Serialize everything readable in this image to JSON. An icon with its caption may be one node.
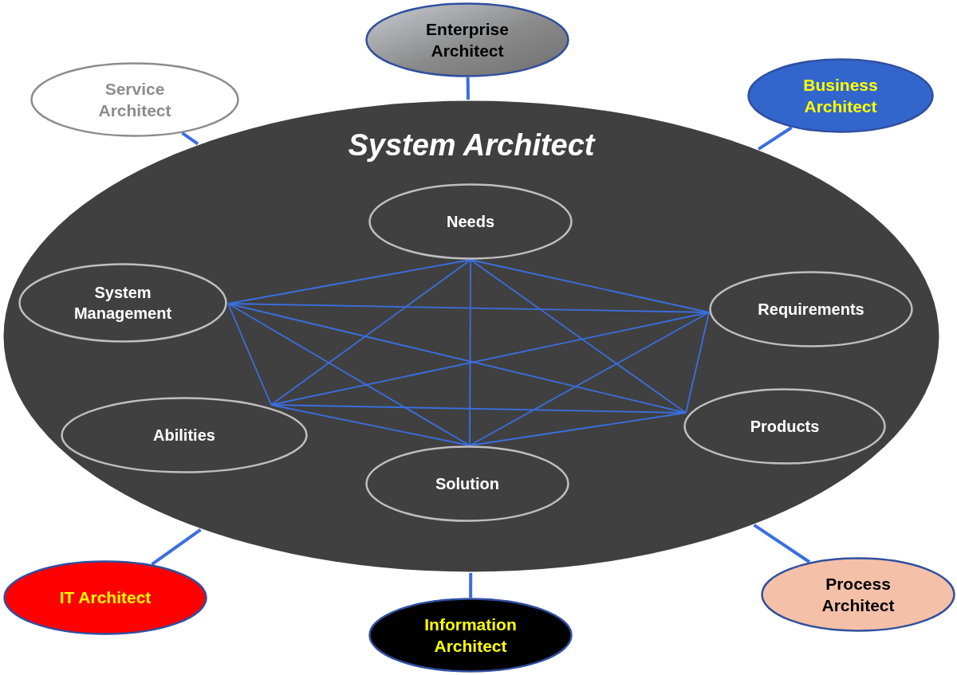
{
  "diagram": {
    "nodes": [
      {
        "text": [
          "System Architect"
        ]
      },
      {
        "text": [
          "Needs"
        ],
        "in": 0
      },
      {
        "text": [
          "System Management"
        ],
        "in": 0
      },
      {
        "text": [
          "Requirements"
        ],
        "in": 0
      },
      {
        "text": [
          "Abilities"
        ],
        "in": 0
      },
      {
        "text": [
          "Products"
        ],
        "in": 0
      },
      {
        "text": [
          "Solution"
        ],
        "in": 0
      },
      {
        "text": [
          "Service Architect"
        ]
      },
      {
        "text": [
          "Enterprise Architect"
        ]
      },
      {
        "text": [
          "Business Architect"
        ]
      },
      {
        "text": [
          "IT Architect"
        ]
      },
      {
        "text": [
          "Information Architect"
        ]
      },
      {
        "text": [
          "Process Architect"
        ]
      }
    ],
    "edges": [
      {
        "from": 1,
        "to": 2,
        "arrow": "none"
      },
      {
        "from": 1,
        "to": 3,
        "arrow": "none"
      },
      {
        "from": 1,
        "to": 4,
        "arrow": "none"
      },
      {
        "from": 1,
        "to": 5,
        "arrow": "none"
      },
      {
        "from": 1,
        "to": 6,
        "arrow": "none"
      },
      {
        "from": 2,
        "to": 3,
        "arrow": "none"
      },
      {
        "from": 2,
        "to": 4,
        "arrow": "none"
      },
      {
        "from": 2,
        "to": 5,
        "arrow": "none"
      },
      {
        "from": 2,
        "to": 6,
        "arrow": "none"
      },
      {
        "from": 3,
        "to": 4,
        "arrow": "none"
      },
      {
        "from": 3,
        "to": 5,
        "arrow": "none"
      },
      {
        "from": 3,
        "to": 6,
        "arrow": "none"
      },
      {
        "from": 4,
        "to": 5,
        "arrow": "none"
      },
      {
        "from": 4,
        "to": 6,
        "arrow": "none"
      },
      {
        "from": 5,
        "to": 6,
        "arrow": "none"
      },
      {
        "from": 7,
        "to": 0,
        "arrow": "none",
        "style": "thick"
      },
      {
        "from": 8,
        "to": 0,
        "arrow": "none",
        "style": "thick"
      },
      {
        "from": 9,
        "to": 0,
        "arrow": "none",
        "style": "thick"
      },
      {
        "from": 10,
        "to": 0,
        "arrow": "none",
        "style": "thick"
      },
      {
        "from": 11,
        "to": 0,
        "arrow": "none",
        "style": "thick"
      },
      {
        "from": 12,
        "to": 0,
        "arrow": "none",
        "style": "thick"
      }
    ]
  }
}
